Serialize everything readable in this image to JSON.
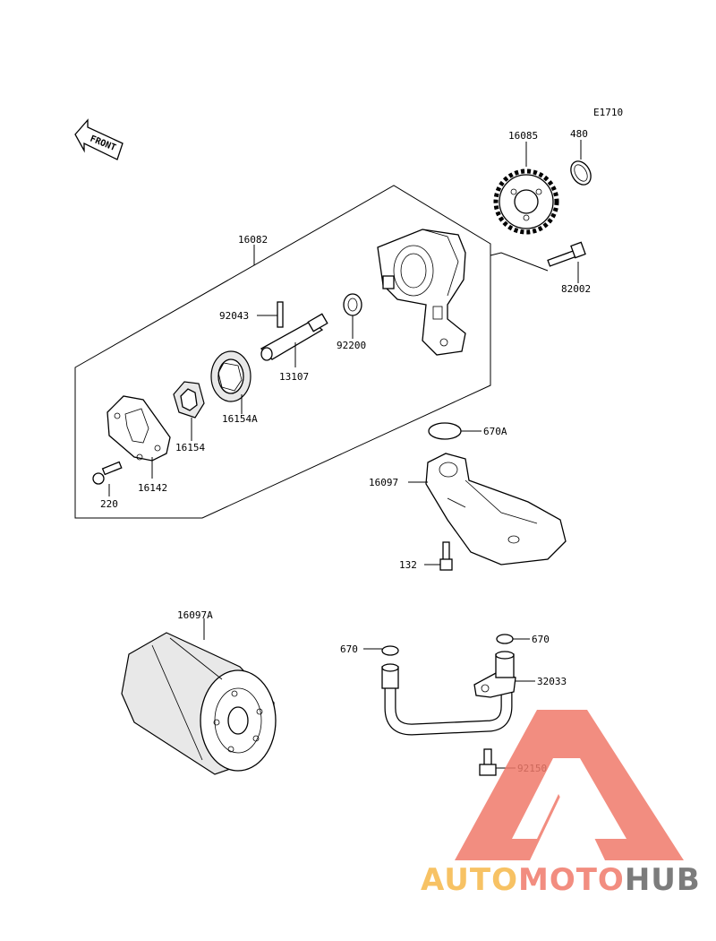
{
  "diagram": {
    "ref_code": "E1710",
    "front_label": "FRONT",
    "callouts": {
      "c16082": "16082",
      "c16085": "16085",
      "c480": "480",
      "c82002": "82002",
      "c92043": "92043",
      "c92200": "92200",
      "c13107": "13107",
      "c16154A": "16154A",
      "c16154": "16154",
      "c16142": "16142",
      "c220": "220",
      "c670A": "670A",
      "c16097": "16097",
      "c132": "132",
      "c16097A": "16097A",
      "c670_left": "670",
      "c670_right": "670",
      "c32033": "32033",
      "c92150": "92150"
    }
  },
  "watermark": {
    "part1": "AUTO",
    "part2": "MOTO",
    "part3": "HUB",
    "color1": "#f6b84a",
    "color2": "#f07a6a",
    "color3": "#666666",
    "triangle_color": "#f07a6a"
  }
}
